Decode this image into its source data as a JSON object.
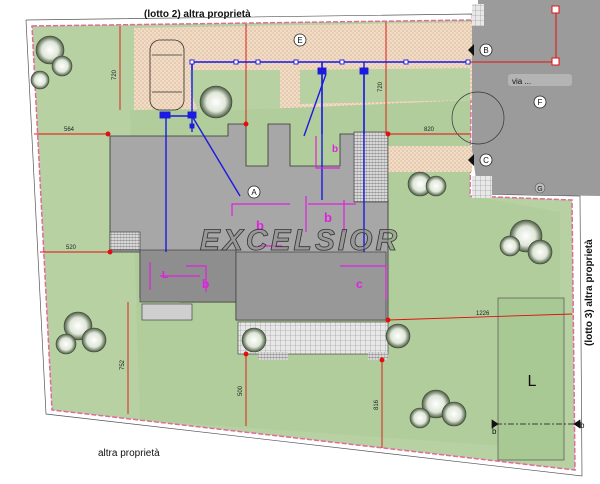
{
  "labels": {
    "lot2": "(lotto 2) altra proprietà",
    "lot3": "(lotto 3) altra proprietà",
    "other": "altra proprietà"
  },
  "markers": {
    "A": "A",
    "B": "B",
    "C": "C",
    "E": "E",
    "F": "F",
    "G": "G",
    "L": "L"
  },
  "room_labels": {
    "b1": "b",
    "b2": "b",
    "b3": "b",
    "b4": "b",
    "c": "c",
    "L1": "L",
    "small_b": "b"
  },
  "dimensions": {
    "d_top_vert": "720",
    "d_top_vert2": "720",
    "d_left_horiz": "564",
    "d_mid_left": "520",
    "d_mid_right": "820",
    "d_right": "1226",
    "d_bottom1": "752",
    "d_bottom2": "500",
    "d_bottom3": "816"
  },
  "watermark": "EXCELSIOR",
  "blurred_street": "via ...",
  "colors": {
    "lawn": "#b5cfa0",
    "lawn_dark": "#9cbf85",
    "paving": "#f0d8c0",
    "building": "#a6a6a6",
    "road": "#9a9a9a",
    "pipe_blue": "#1a1ae0",
    "dim_red": "#e01010",
    "magenta": "#e020e0",
    "border_pink": "#e06a9a"
  }
}
